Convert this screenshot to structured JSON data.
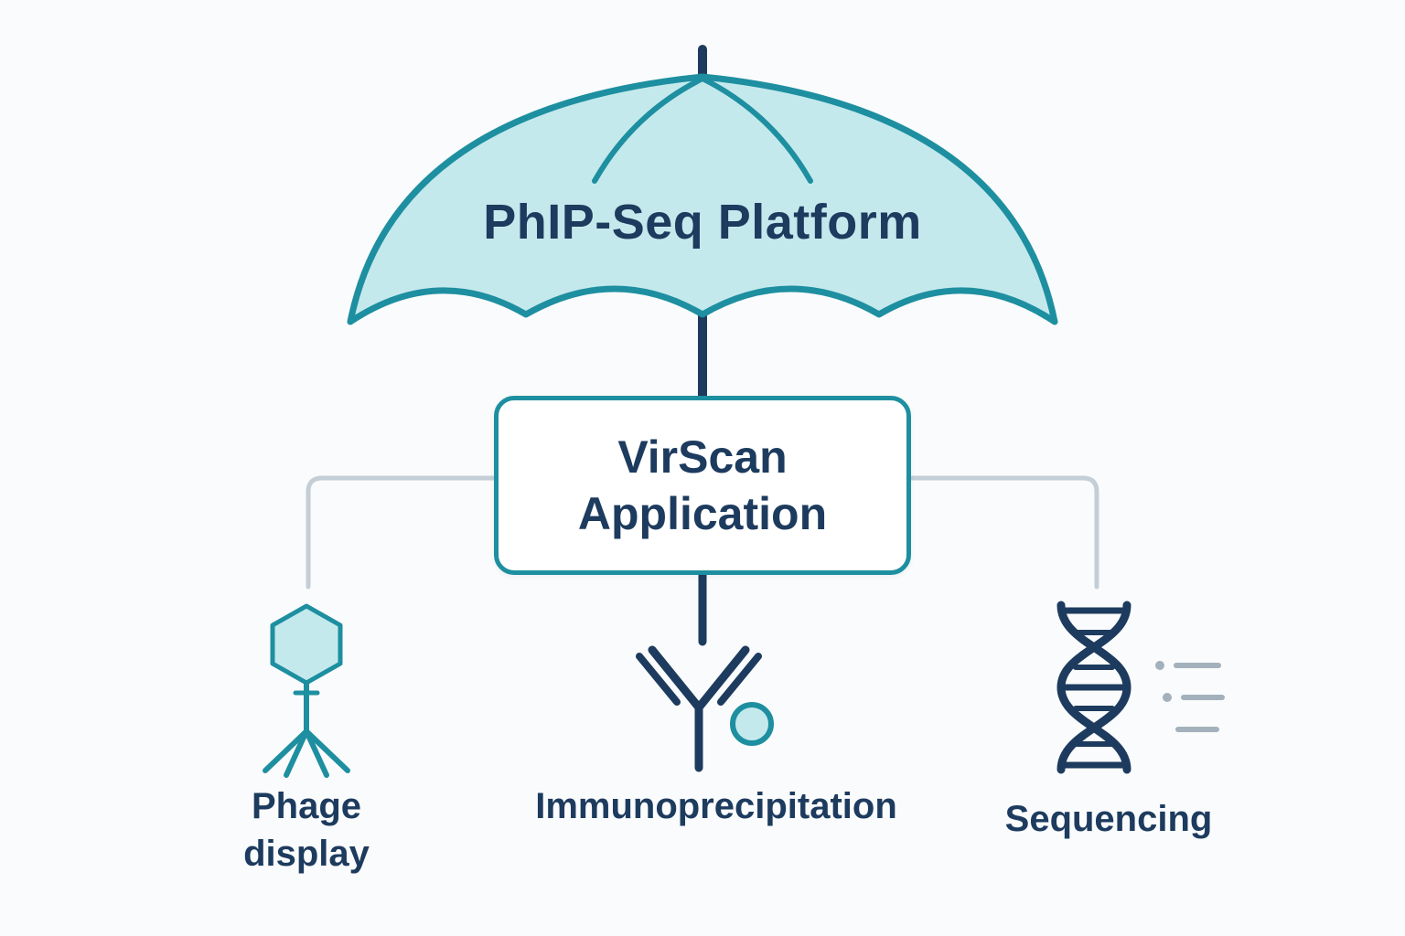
{
  "title": "PhIP-Seq Platform",
  "center_box": {
    "line1": "VirScan",
    "line2": "Application"
  },
  "nodes": [
    {
      "id": "phage-display",
      "label": "Phage display",
      "icon": "bacteriophage-icon"
    },
    {
      "id": "immunoprecipitation",
      "label": "Immunoprecipitation",
      "icon": "antibody-icon"
    },
    {
      "id": "sequencing",
      "label": "Sequencing",
      "icon": "dna-helix-icon"
    }
  ],
  "colors": {
    "background": "#fafbfc",
    "teal": "#1d8fa0",
    "teal-fill": "#c4e9ed",
    "navy": "#1d3b5e",
    "connector": "#c4ced7",
    "muted": "#a3b1bc"
  }
}
